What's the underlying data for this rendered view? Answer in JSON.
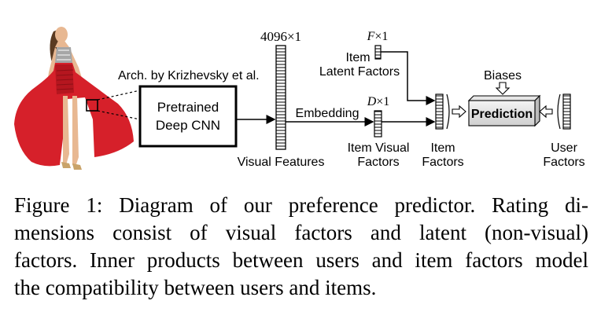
{
  "diagram": {
    "arch_label": "Arch. by Krizhevsky et al.",
    "cnn_box": {
      "line1": "Pretrained",
      "line2": "Deep CNN"
    },
    "dim_4096": "4096×1",
    "dim_F": "F",
    "dim_F_suffix": "×1",
    "dim_D": "D",
    "dim_D_suffix": "×1",
    "item_latent": {
      "line1": "Item",
      "line2": "Latent Factors"
    },
    "embedding_label": "Embedding",
    "visual_features_label": "Visual Features",
    "item_visual": {
      "line1": "Item Visual",
      "line2": "Factors"
    },
    "item_factors": {
      "line1": "Item",
      "line2": "Factors"
    },
    "biases_label": "Biases",
    "prediction_label": "Prediction",
    "user_factors": {
      "line1": "User",
      "line2": "Factors"
    },
    "dress_color": "#d6202a"
  },
  "caption": {
    "line1": "Figure 1: Diagram of our preference predictor. Rating di-",
    "line2": "mensions consist of visual factors and latent (non-visual)",
    "line3": "factors. Inner products between users and item factors model",
    "line4": "the compatibility between users and items."
  }
}
